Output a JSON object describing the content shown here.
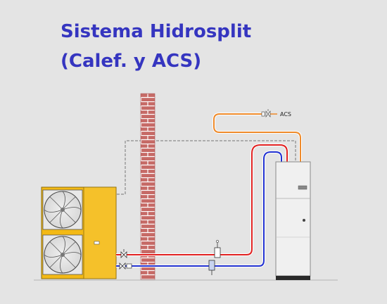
{
  "title": {
    "line1": "Sistema Hidrosplit",
    "line2": "(Calef. y ACS)"
  },
  "labels": {
    "acs": "ACS"
  },
  "colors": {
    "title": "#3535c0",
    "outdoor_unit": "#f3b915",
    "brick": "#c66a66",
    "supply_pipe": "#e02020",
    "return_pipe": "#2030d0",
    "dhw_pipe": "#ee8a2a",
    "control_cable": "#888888",
    "indoor_unit": "#f0f0f0"
  },
  "components": [
    "outdoor-heat-pump-unit",
    "brick-wall",
    "indoor-hydro-unit",
    "supply-pipe",
    "return-pipe",
    "dhw-outlet-pipe",
    "control-cable"
  ]
}
